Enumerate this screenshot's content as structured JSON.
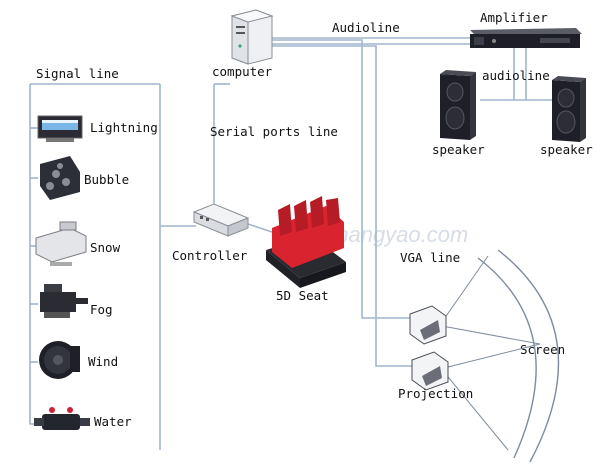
{
  "labels": {
    "signal_line": "Signal line",
    "computer": "computer",
    "audioline_top": "Audioline",
    "amplifier": "Amplifier",
    "audioline_mid": "audioline",
    "speaker_left": "speaker",
    "speaker_right": "speaker",
    "serial_ports_line": "Serial ports line",
    "controller": "Controller",
    "seat": "5D Seat",
    "vga_line": "VGA line",
    "screen": "Screen",
    "projection": "Projection",
    "watermark": "gzchangyao.com"
  },
  "effects": [
    {
      "id": "lightning",
      "label": "Lightning"
    },
    {
      "id": "bubble",
      "label": "Bubble"
    },
    {
      "id": "snow",
      "label": "Snow"
    },
    {
      "id": "fog",
      "label": "Fog"
    },
    {
      "id": "wind",
      "label": "Wind"
    },
    {
      "id": "water",
      "label": "Water"
    }
  ],
  "colors": {
    "wire": "#9fb6cf",
    "seat_red": "#d9232e",
    "device_dark": "#1e1f26"
  }
}
